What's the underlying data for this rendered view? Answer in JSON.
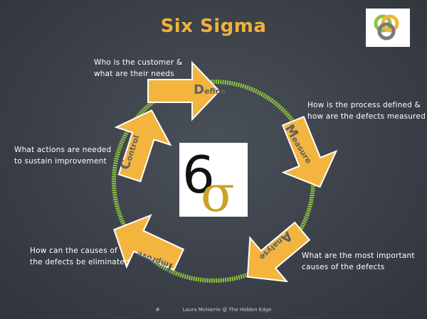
{
  "title": "Six Sigma",
  "center_symbol": {
    "digit": "6",
    "letter": "σ"
  },
  "steps": [
    {
      "initial": "D",
      "rest": "efine",
      "question": [
        "Who is the customer &",
        "what are their needs"
      ]
    },
    {
      "initial": "M",
      "rest": "easure",
      "question": [
        "How is the process defined &",
        "how are the defects measured"
      ]
    },
    {
      "initial": "A",
      "rest": "nalyse",
      "question": [
        "What are the most important",
        "causes of the defects"
      ]
    },
    {
      "initial": "I",
      "rest": "mprove",
      "question": [
        "How can the causes of",
        "the defects be eliminated"
      ]
    },
    {
      "initial": "C",
      "rest": "ontrol",
      "question": [
        "What actions are needed",
        "to sustain improvement"
      ]
    }
  ],
  "footer": {
    "slide_number": "#",
    "credit": "Laura McHarrie @ The Hidden Edge"
  },
  "colors": {
    "arrow_fill": "#f3b53d",
    "arrow_stroke": "#ffffff",
    "cycle_ring": "#8dc63f",
    "title": "#f1b23b",
    "background": "#3a3f47"
  },
  "icons": [
    "linked-rings-logo-icon"
  ]
}
